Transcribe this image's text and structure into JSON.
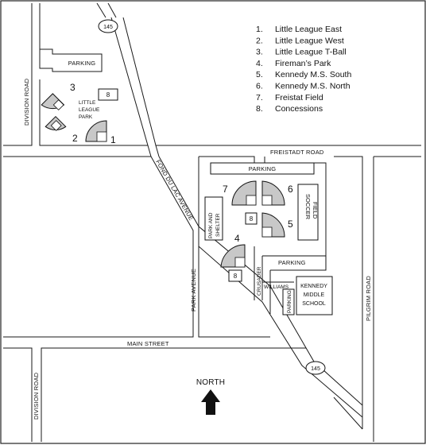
{
  "legend": [
    {
      "num": "1.",
      "label": "Little League East"
    },
    {
      "num": "2.",
      "label": "Little League West"
    },
    {
      "num": "3.",
      "label": "Little League T-Ball"
    },
    {
      "num": "4.",
      "label": "Fireman’s Park"
    },
    {
      "num": "5.",
      "label": "Kennedy M.S. South"
    },
    {
      "num": "6.",
      "label": "Kennedy M.S. North"
    },
    {
      "num": "7.",
      "label": "Freistat Field"
    },
    {
      "num": "8.",
      "label": "Concessions"
    }
  ],
  "roads": {
    "highway_number": "145",
    "freistadt": "FREISTADT ROAD",
    "division": "DIVISION ROAD",
    "fond_du_lac": "FOND DU LAC AVENUE",
    "park_avenue": "PARK AVENUE",
    "main_street": "MAIN STREET",
    "pilgrim": "PILGRIM ROAD",
    "crusader": "CRUSADER",
    "williams": "WILLIAMS"
  },
  "places": {
    "parking": "PARKING",
    "little_league_park": [
      "LITTLE",
      "LEAGUE",
      "PARK"
    ],
    "park_shelter": [
      "PARK AND",
      "SHELTER"
    ],
    "soccer_field": [
      "SOCCER",
      "FIELD"
    ],
    "kennedy_school": [
      "KENNEDY",
      "MIDDLE",
      "SCHOOL"
    ]
  },
  "field_numbers": {
    "f1": "1",
    "f2": "2",
    "f3": "3",
    "f4": "4",
    "f5": "5",
    "f6": "6",
    "f7": "7",
    "concession": "8"
  },
  "compass": "NORTH",
  "colors": {
    "field_fill": "#c8c8c8",
    "line": "#1a1a1a",
    "arrow": "#111111"
  }
}
